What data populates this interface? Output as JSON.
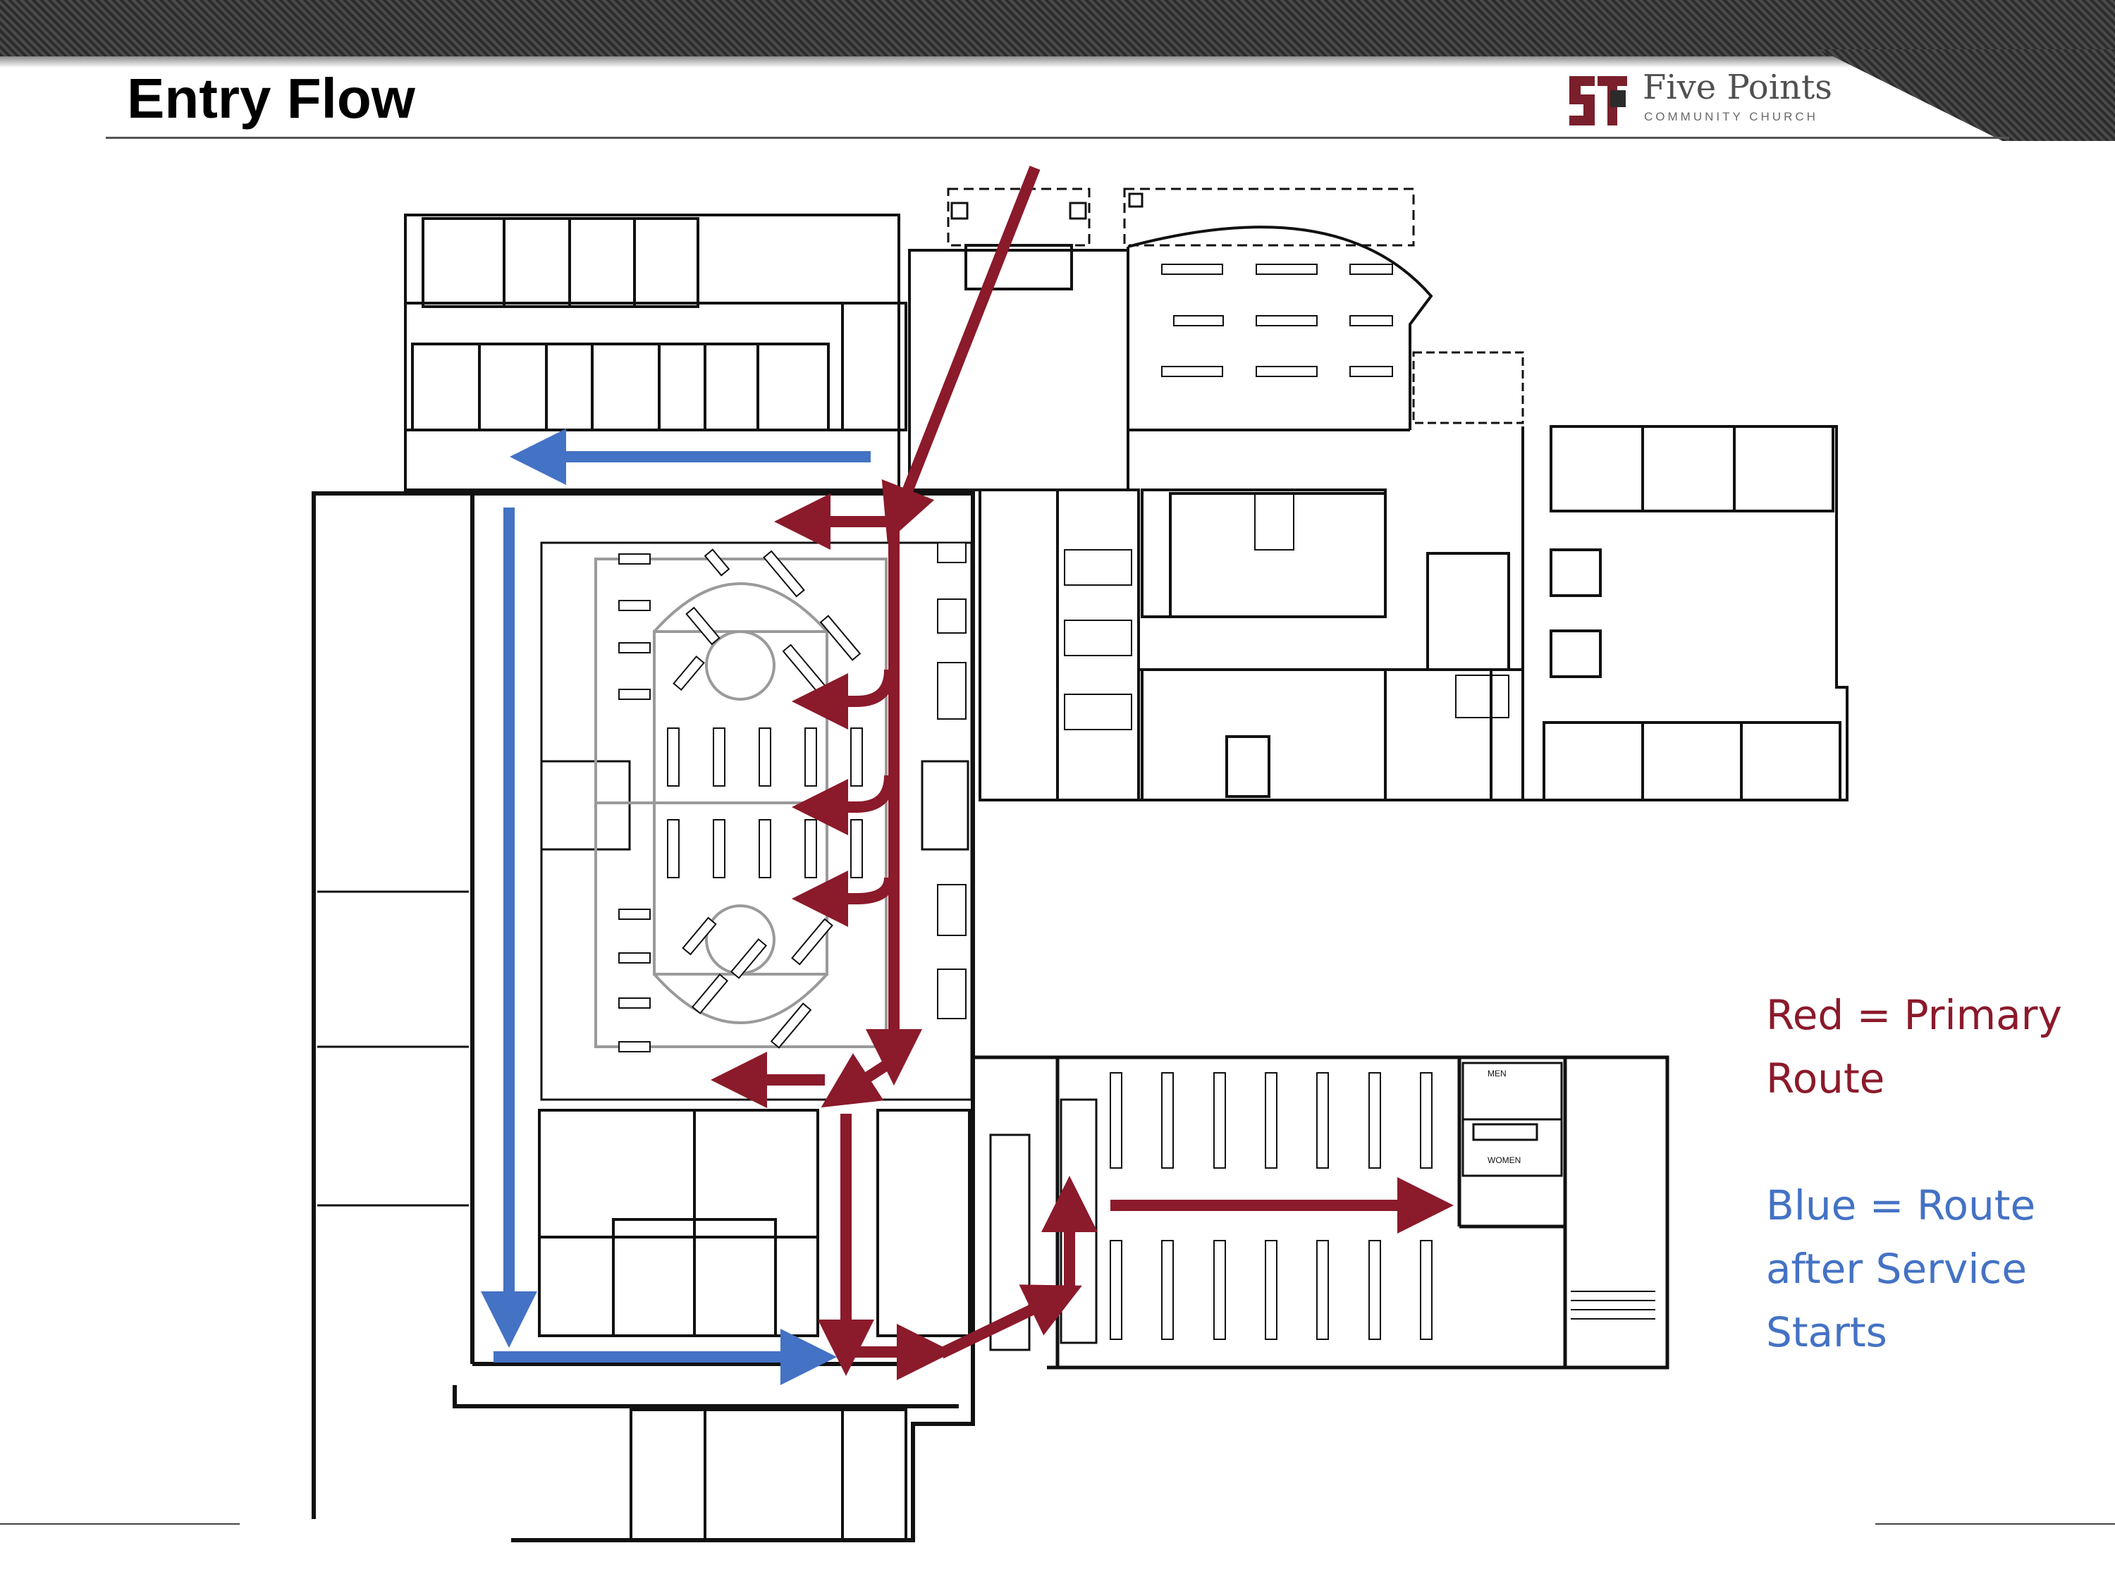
{
  "slide": {
    "title": "Entry Flow"
  },
  "logo": {
    "name": "Five Points",
    "subtitle": "COMMUNITY CHURCH",
    "mark_color": "#7a1f2b"
  },
  "plan": {
    "labels": {
      "men": "MEN",
      "women": "WOMEN"
    }
  },
  "legend": {
    "red_lines": [
      "Red = Primary",
      "Route"
    ],
    "blue_lines": [
      "Blue = Route",
      "after Service",
      "Starts"
    ]
  },
  "colors": {
    "primary_route": "#8b1a2b",
    "service_route": "#4472c4",
    "walls": "#111111",
    "court_lines": "#9a9a9a"
  }
}
